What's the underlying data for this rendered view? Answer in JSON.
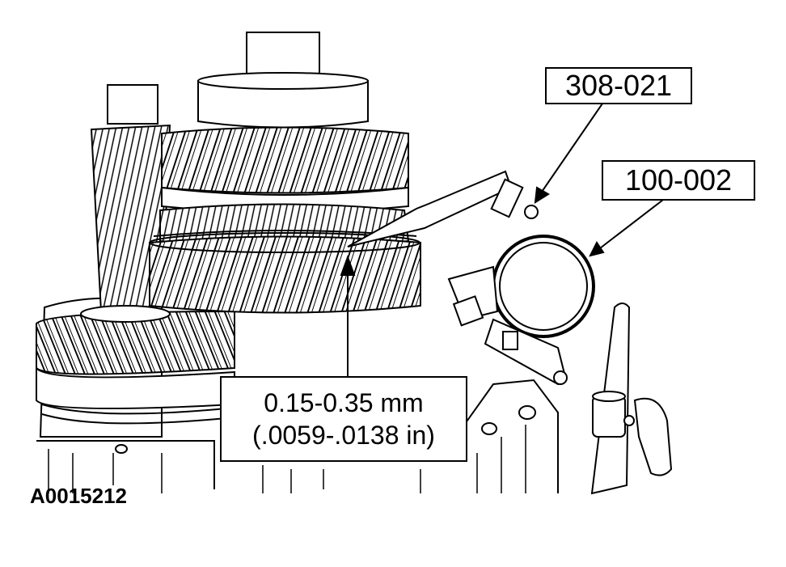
{
  "figure": {
    "tool_callouts": [
      "308-021",
      "100-002"
    ],
    "spec_lines": [
      "0.15-0.35 mm",
      "(.0059-.0138 in)"
    ],
    "figure_id": "A0015212"
  },
  "colors": {
    "ink": "#000000",
    "paper": "#ffffff"
  }
}
